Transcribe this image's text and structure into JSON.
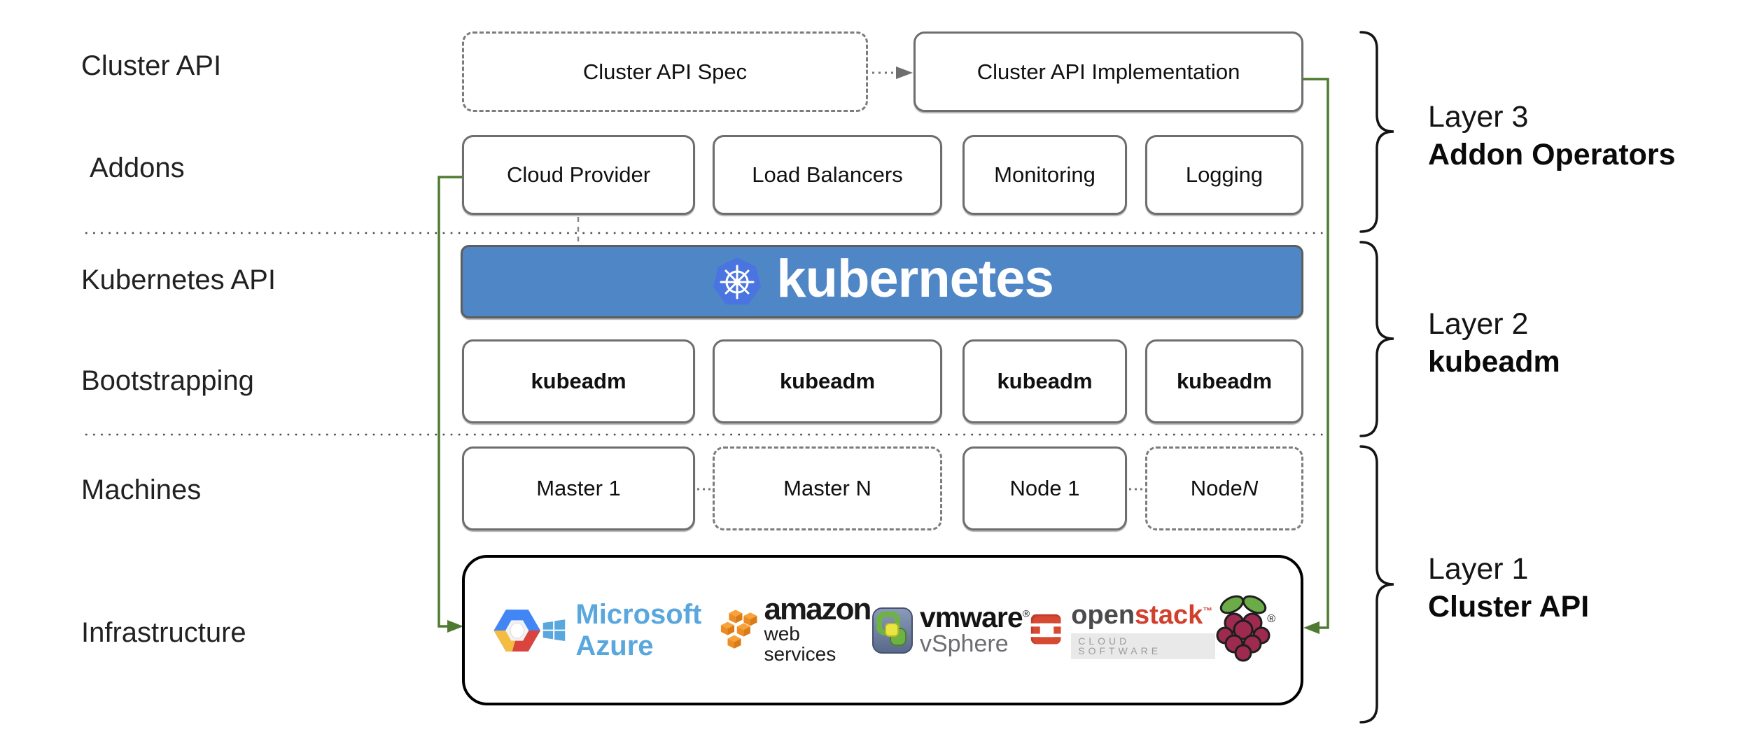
{
  "row_labels": {
    "cluster_api": "Cluster API",
    "addons": "Addons",
    "kubernetes_api": "Kubernetes API",
    "bootstrapping": "Bootstrapping",
    "machines": "Machines",
    "infrastructure": "Infrastructure"
  },
  "cluster_api_row": {
    "spec": "Cluster API Spec",
    "implementation": "Cluster API Implementation"
  },
  "addons_row": {
    "items": [
      "Cloud Provider",
      "Load Balancers",
      "Monitoring",
      "Logging"
    ]
  },
  "kubernetes_banner": {
    "wordmark": "kubernetes"
  },
  "bootstrapping_row": {
    "items": [
      "kubeadm",
      "kubeadm",
      "kubeadm",
      "kubeadm"
    ]
  },
  "machines_row": {
    "master1": "Master 1",
    "masterN": "Master N",
    "node1": "Node 1",
    "nodeN_prefix": "Node ",
    "nodeN_italic": "N"
  },
  "infrastructure_row": {
    "azure_text": "Microsoft Azure",
    "aws_line1": "amazon",
    "aws_line2": "web services",
    "vmware_text": "vmware",
    "vmware_reg": "®",
    "vsphere_text": "vSphere",
    "openstack_open": "open",
    "openstack_stack": "stack",
    "openstack_tm": "™",
    "openstack_sub": "CLOUD SOFTWARE",
    "rpi_reg": "®"
  },
  "layers": [
    {
      "title": "Layer 3",
      "subtitle": "Addon Operators"
    },
    {
      "title": "Layer 2",
      "subtitle": "kubeadm"
    },
    {
      "title": "Layer 1",
      "subtitle": "Cluster API"
    }
  ],
  "colors": {
    "banner_blue": "#4f86c6",
    "k8s_logo_blue": "#4a74e0",
    "arrow_green": "#4e7b31",
    "azure_blue": "#59a7dd",
    "aws_orange": "#ed8c22",
    "openstack_red": "#d13f2d",
    "rpi_crimson": "#9e2a50",
    "rpi_green": "#6cac48"
  }
}
